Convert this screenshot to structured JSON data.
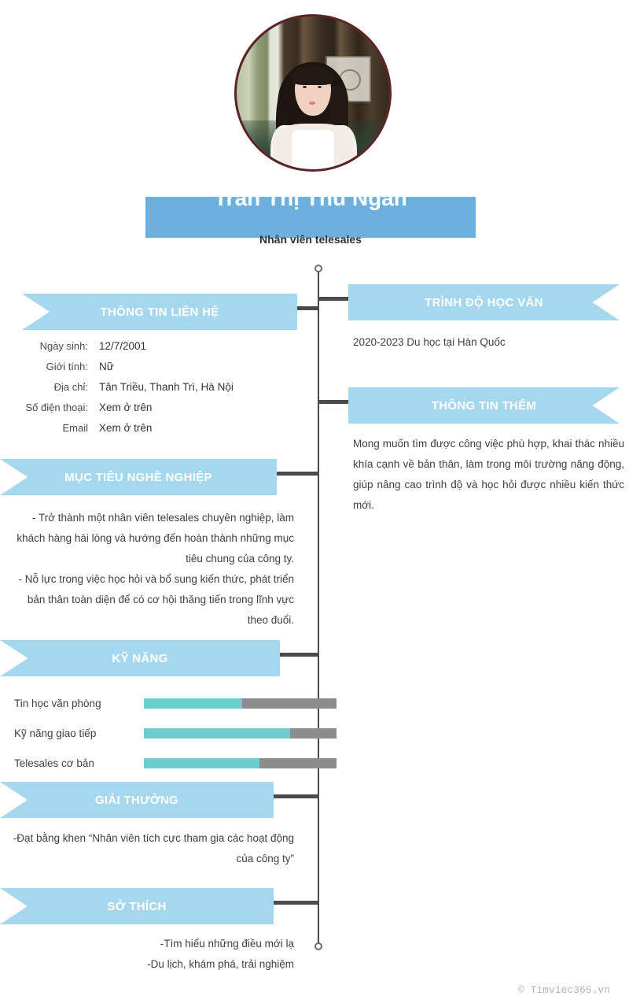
{
  "profile": {
    "name": "Trần Thị Thu Ngân",
    "job_title": "Nhân viên telesales",
    "photo_alt": "profile-photo"
  },
  "contact": {
    "heading": "THÔNG TIN LIÊN HỆ",
    "rows": [
      {
        "label": "Ngày sinh:",
        "value": "12/7/2001"
      },
      {
        "label": "Giới tính:",
        "value": "Nữ"
      },
      {
        "label": "Địa chỉ:",
        "value": "Tân Triều, Thanh Trì, Hà Nội"
      },
      {
        "label": "Số điện thoại:",
        "value": "Xem ở trên"
      },
      {
        "label": "Email",
        "value": "Xem ở trên"
      }
    ]
  },
  "objective": {
    "heading": "MỤC TIÊU NGHỀ NGHIỆP",
    "body": "- Trở thành một nhân viên telesales chuyên nghiệp, làm khách hàng hài lòng và hướng đến hoàn thành những mục tiêu chung của công ty.\n- Nỗ lực trong việc học hỏi và bổ sung kiến thức, phát triển bản thân toàn diện để có cơ hội thăng tiến trong lĩnh vực theo đuổi."
  },
  "skills": {
    "heading": "KỸ NĂNG",
    "items": [
      {
        "name": "Tin học văn phòng",
        "level": 51
      },
      {
        "name": "Kỹ năng giao tiếp",
        "level": 76
      },
      {
        "name": "Telesales cơ bản",
        "level": 60
      }
    ]
  },
  "awards": {
    "heading": "GIẢI THƯỞNG",
    "body": "-Đạt bằng khen “Nhân viên tích cực tham gia các hoạt động của công ty”"
  },
  "hobbies": {
    "heading": "SỞ THÍCH",
    "lines": [
      "-Tìm hiểu những điều mới lạ",
      "-Du lịch, khám phá, trải nghiệm"
    ]
  },
  "education": {
    "heading": "TRÌNH ĐỘ HỌC VẤN",
    "body": "2020-2023 Du học tại Hàn Quốc"
  },
  "additional": {
    "heading": "THÔNG TIN THÊM",
    "body": "Mong muốn tìm được công việc phù hợp, khai thác nhiều khía cạnh về bản thân, làm trong môi trường năng động, giúp nâng cao trình độ và học hỏi được nhiều kiến thức mới."
  },
  "footer": {
    "watermark": "© Timviec365.vn"
  },
  "colors": {
    "banner_blue": "#a5d8ef",
    "name_blue": "#6cb0e0",
    "skill_fill_teal": "#6bcdcd",
    "skill_track_gray": "#8c8c8c",
    "timeline_gray": "#4b4b4b",
    "photo_border": "#5c2226"
  }
}
